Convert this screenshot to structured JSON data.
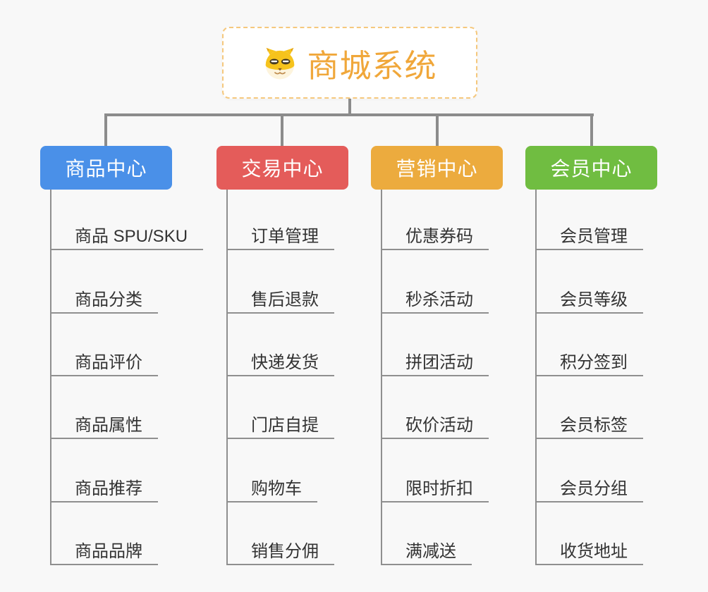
{
  "canvas": {
    "background_color": "#f8f8f8",
    "connector_color": "#8c8c8c",
    "leaf_line_color": "#8f8f8f"
  },
  "root_node": {
    "icon": "dog-face-icon",
    "title": "商城系统",
    "title_color": "#f0a73a",
    "border_color": "#f5c87d",
    "background_color": "#ffffff"
  },
  "branches": [
    {
      "label": "商品中心",
      "color": "#4a90e8",
      "children": [
        "商品 SPU/SKU",
        "商品分类",
        "商品评价",
        "商品属性",
        "商品推荐",
        "商品品牌"
      ]
    },
    {
      "label": "交易中心",
      "color": "#e45c5a",
      "children": [
        "订单管理",
        "售后退款",
        "快递发货",
        "门店自提",
        "购物车",
        "销售分佣"
      ]
    },
    {
      "label": "营销中心",
      "color": "#ecab3e",
      "children": [
        "优惠券码",
        "秒杀活动",
        "拼团活动",
        "砍价活动",
        "限时折扣",
        "满减送"
      ]
    },
    {
      "label": "会员中心",
      "color": "#70bd41",
      "children": [
        "会员管理",
        "会员等级",
        "积分签到",
        "会员标签",
        "会员分组",
        "收货地址"
      ]
    }
  ]
}
